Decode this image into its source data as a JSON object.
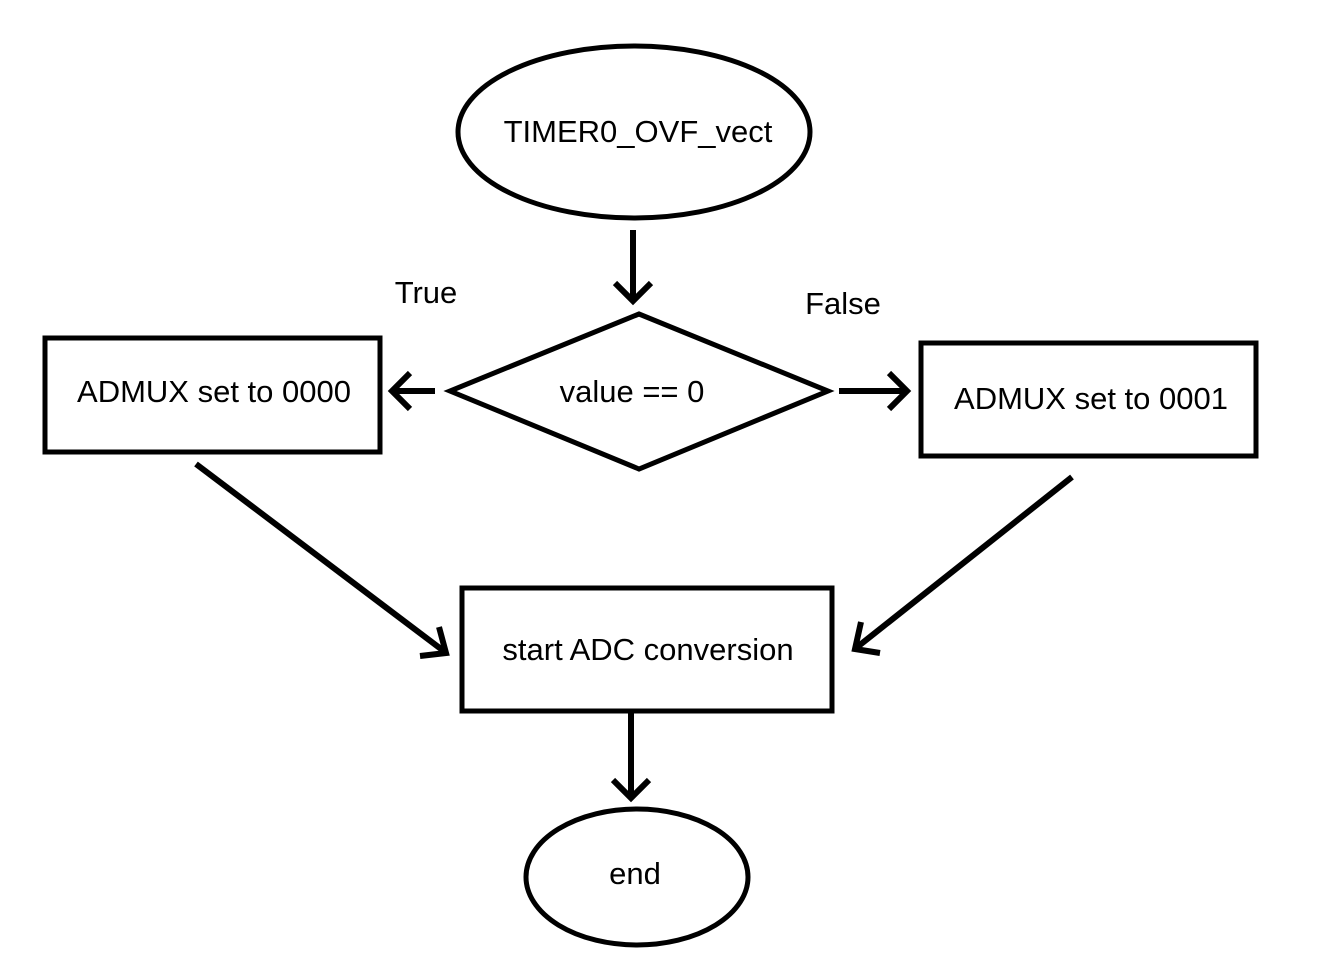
{
  "diagram": {
    "nodes": {
      "start": {
        "label": "TIMER0_OVF_vect",
        "shape": "ellipse"
      },
      "decision": {
        "label": "value == 0",
        "shape": "diamond"
      },
      "set_0000": {
        "label": "ADMUX set to 0000",
        "shape": "rectangle"
      },
      "set_0001": {
        "label": "ADMUX set to 0001",
        "shape": "rectangle"
      },
      "start_adc": {
        "label": "start ADC conversion",
        "shape": "rectangle"
      },
      "end": {
        "label": "end",
        "shape": "ellipse"
      }
    },
    "edges": [
      {
        "from": "start",
        "to": "decision",
        "label": ""
      },
      {
        "from": "decision",
        "to": "set_0000",
        "label": "True"
      },
      {
        "from": "decision",
        "to": "set_0001",
        "label": "False"
      },
      {
        "from": "set_0000",
        "to": "start_adc",
        "label": ""
      },
      {
        "from": "set_0001",
        "to": "start_adc",
        "label": ""
      },
      {
        "from": "start_adc",
        "to": "end",
        "label": ""
      }
    ],
    "edge_labels": {
      "true_label": "True",
      "false_label": "False"
    },
    "colors": {
      "stroke": "#000000",
      "fill": "#ffffff",
      "text": "#000000"
    }
  }
}
